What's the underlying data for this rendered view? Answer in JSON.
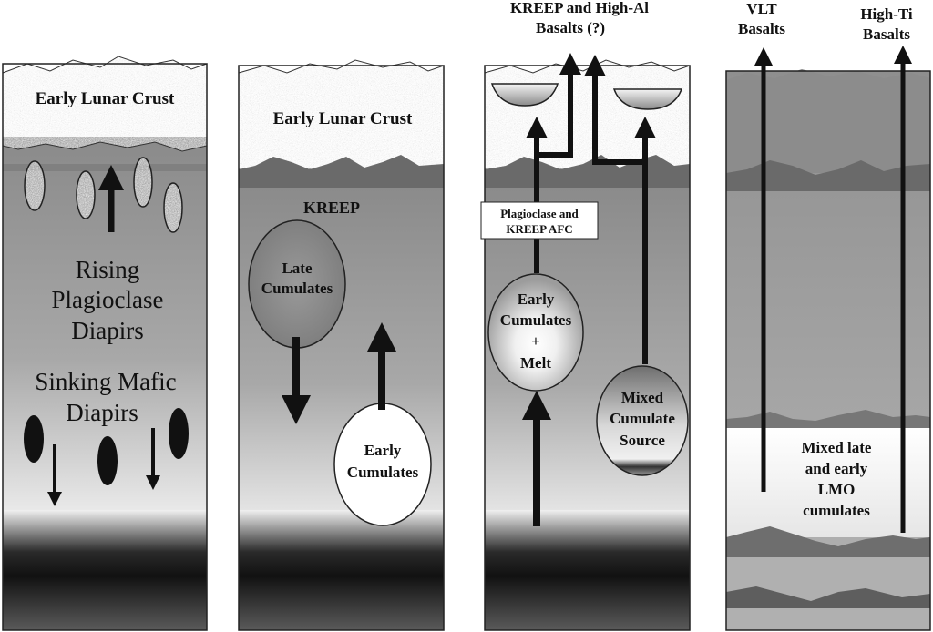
{
  "panels": {
    "p1": {
      "crust_label": "Early Lunar Crust",
      "rising_lines": [
        "Rising",
        "Plagioclase",
        "Diapirs"
      ],
      "sinking_lines": [
        "Sinking Mafic",
        "Diapirs"
      ]
    },
    "p2": {
      "crust_label": "Early Lunar Crust",
      "kreep_label": "KREEP",
      "late_lines": [
        "Late",
        "Cumulates"
      ],
      "early_lines": [
        "Early",
        "Cumulates"
      ]
    },
    "p3": {
      "top_lines": [
        "KREEP and High-Al",
        "Basalts (?)"
      ],
      "afc_lines": [
        "Plagioclase and",
        "KREEP AFC"
      ],
      "early_lines": [
        "Early",
        "Cumulates",
        "+",
        "Melt"
      ],
      "mixed_lines": [
        "Mixed",
        "Cumulate",
        "Source"
      ]
    },
    "p4": {
      "vlt_lines": [
        "VLT",
        "Basalts"
      ],
      "hiti_lines": [
        "High-Ti",
        "Basalts"
      ],
      "lmo_lines": [
        "Mixed  late",
        "and early",
        "LMO",
        "cumulates"
      ]
    }
  }
}
